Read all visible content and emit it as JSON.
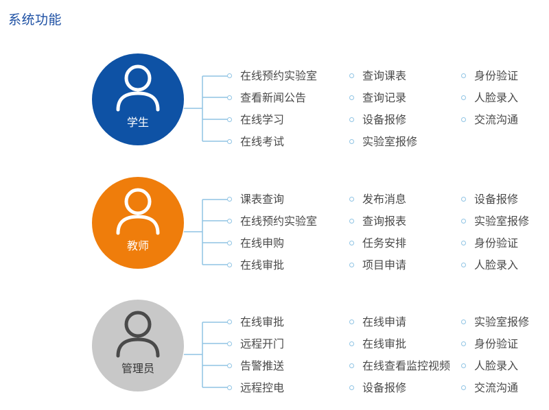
{
  "title": "系统功能",
  "colors": {
    "title": "#1c4fa3",
    "connector": "#8fc4e4",
    "text": "#4a4a4a"
  },
  "roles": [
    {
      "name": "学生",
      "color": "#0e52a5",
      "icon": "user-outline-icon",
      "columns": [
        [
          "在线预约实验室",
          "查看新闻公告",
          "在线学习",
          "在线考试"
        ],
        [
          "查询课表",
          "查询记录",
          "设备报修",
          "实验室报修"
        ],
        [
          "身份验证",
          "人脸录入",
          "交流沟通"
        ]
      ]
    },
    {
      "name": "教师",
      "color": "#ef7d0b",
      "icon": "user-outline-icon",
      "columns": [
        [
          "课表查询",
          "在线预约实验室",
          "在线申购",
          "在线审批"
        ],
        [
          "发布消息",
          "查询报表",
          "任务安排",
          "项目申请"
        ],
        [
          "设备报修",
          "实验室报修",
          "身份验证",
          "人脸录入"
        ]
      ]
    },
    {
      "name": "管理员",
      "color": "#c8c8c8",
      "icon": "user-outline-icon",
      "columns": [
        [
          "在线审批",
          "远程开门",
          "告警推送",
          "远程控电"
        ],
        [
          "在线申请",
          "在线审批",
          "在线查看监控视频",
          "设备报修"
        ],
        [
          "实验室报修",
          "身份验证",
          "人脸录入",
          "交流沟通"
        ]
      ]
    }
  ]
}
